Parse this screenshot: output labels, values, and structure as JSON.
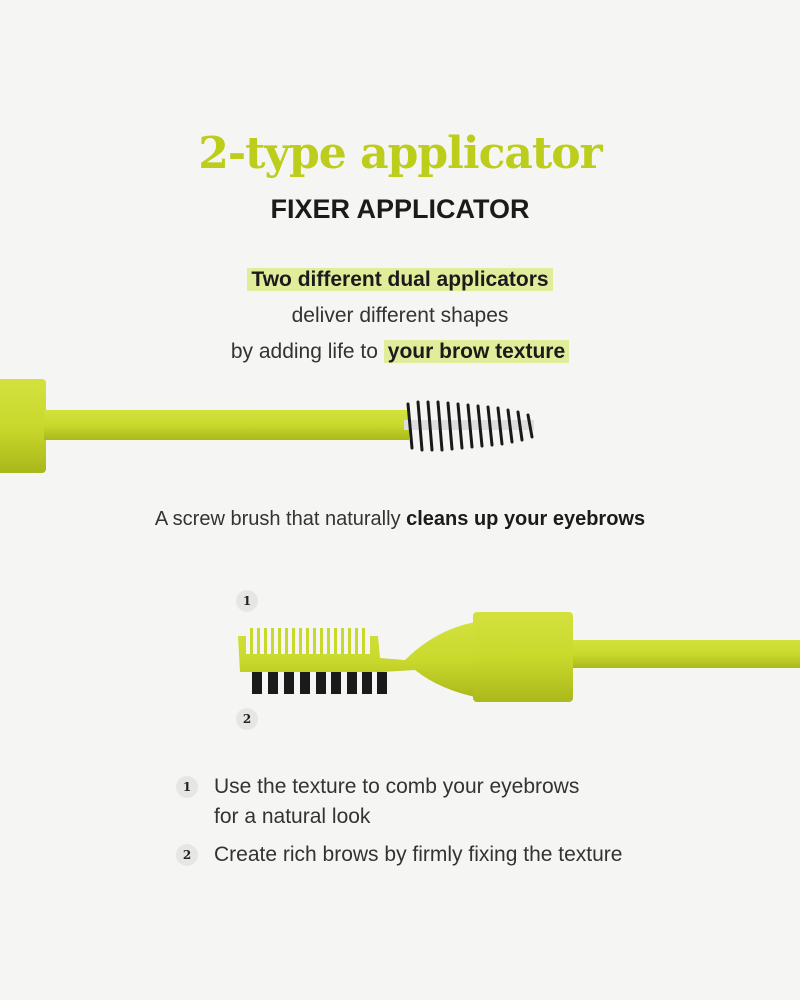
{
  "title": "2-type applicator",
  "subtitle": "FIXER APPLICATOR",
  "intro": {
    "line1_highlight": "Two different dual applicators",
    "line2": "deliver different shapes",
    "line3_prefix": "by adding life to ",
    "line3_highlight": "your brow texture"
  },
  "screw_brush_caption": {
    "prefix": "A screw brush that naturally ",
    "bold": "cleans up your eyebrows"
  },
  "diagram_labels": [
    "1",
    "2"
  ],
  "features": [
    {
      "number": "1",
      "text": "Use the texture to comb your eyebrows",
      "text2": "for a natural look"
    },
    {
      "number": "2",
      "text": "Create rich brows by firmly fixing the texture"
    }
  ],
  "colors": {
    "accent": "#bccd1c",
    "highlight": "#e1ed9a",
    "product": "#c9d92c",
    "background": "#f5f5f4"
  }
}
